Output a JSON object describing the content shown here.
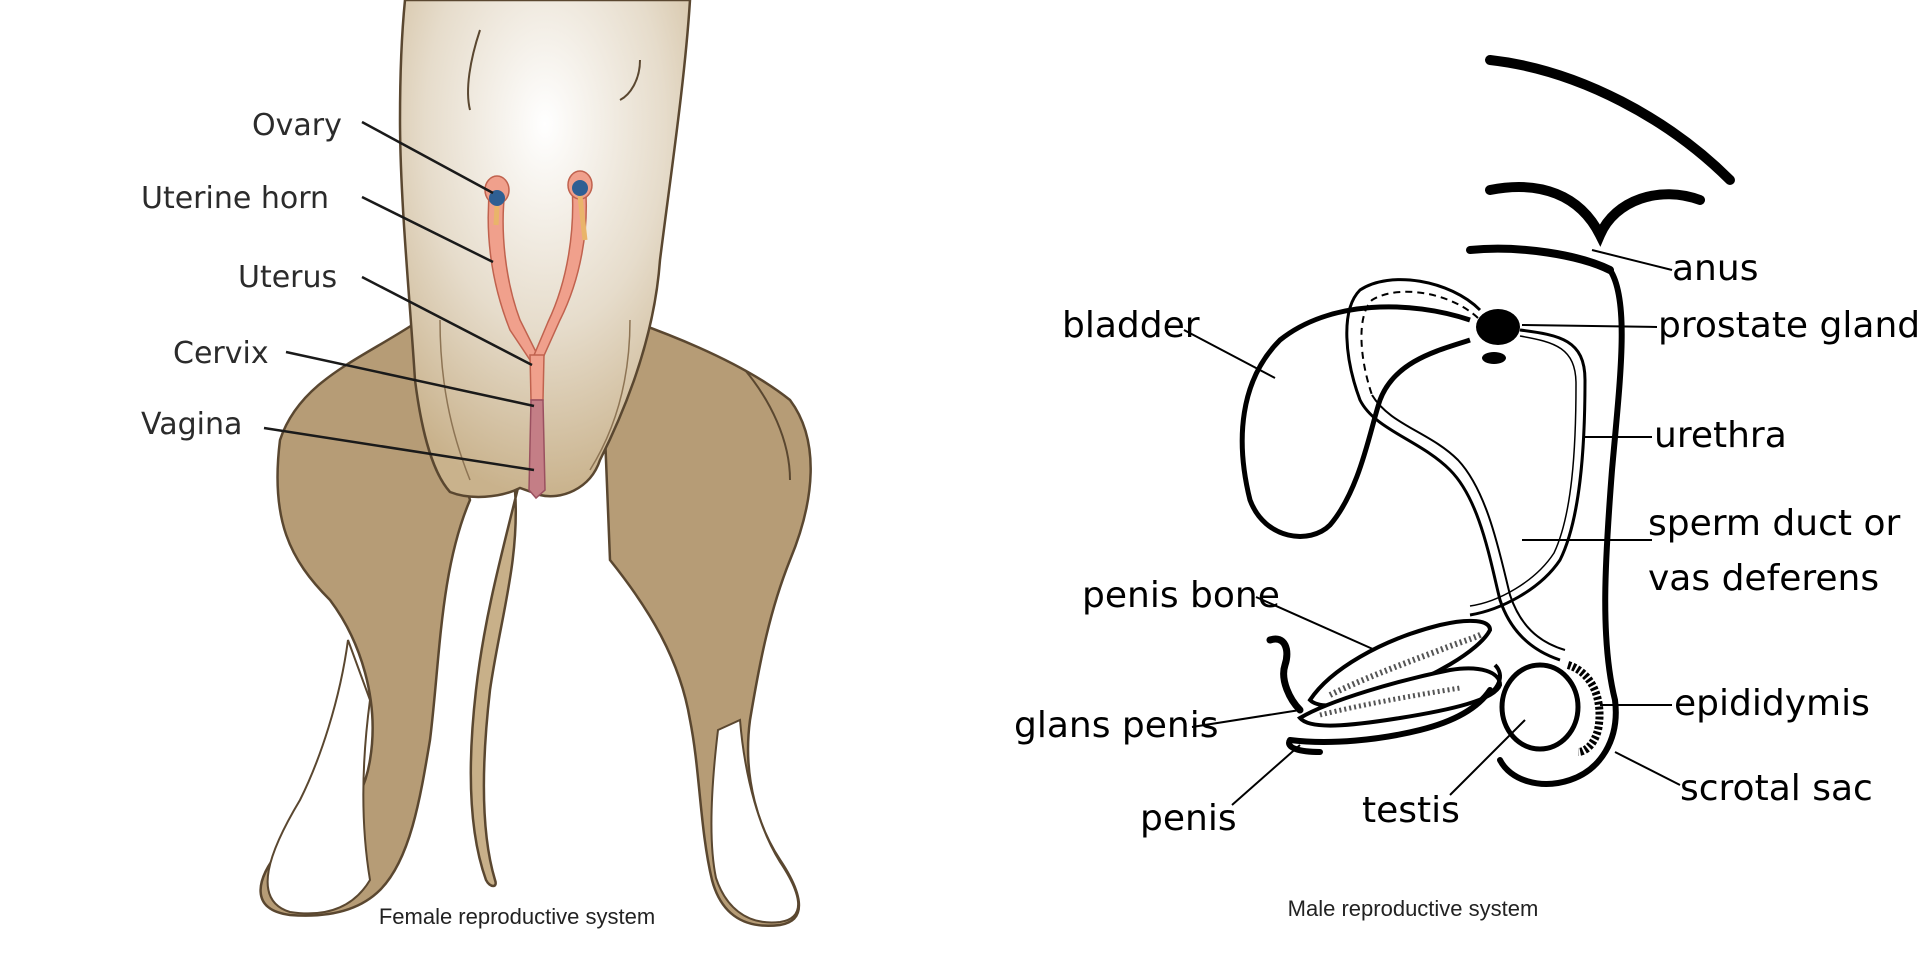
{
  "female": {
    "labels": {
      "ovary": "Ovary",
      "uterine_horn": "Uterine horn",
      "uterus": "Uterus",
      "cervix": "Cervix",
      "vagina": "Vagina"
    },
    "caption": "Female reproductive system",
    "colors": {
      "body": "#c8b089",
      "body_shadow": "#ad9470",
      "body_light": "#f3ece2",
      "paw": "#ffffff",
      "outline": "#5a4730",
      "tract": "#f0a08c",
      "tract_outline": "#c0624e",
      "vagina": "#c47e86",
      "ovary": "#2f5f93"
    }
  },
  "male": {
    "labels": {
      "anus": "anus",
      "prostate_gland": "prostate gland",
      "bladder": "bladder",
      "urethra": "urethra",
      "sperm_duct_line1": "sperm duct or",
      "sperm_duct_line2": "vas deferens",
      "penis_bone": "penis bone",
      "glans_penis": "glans penis",
      "epididymis": "epididymis",
      "penis": "penis",
      "testis": "testis",
      "scrotal_sac": "scrotal sac"
    },
    "caption": "Male reproductive system",
    "colors": {
      "ink": "#000000"
    }
  }
}
